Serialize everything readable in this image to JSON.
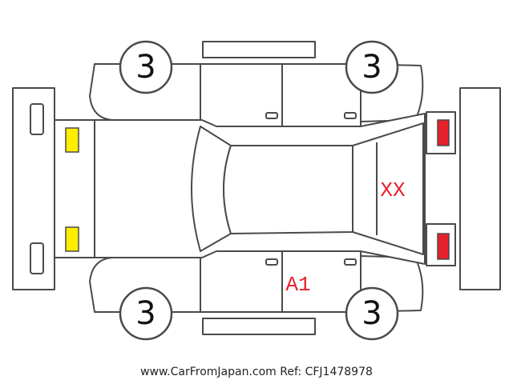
{
  "wheel_grades": {
    "front_left": "3",
    "front_right": "3",
    "rear_left": "3",
    "rear_right": "3"
  },
  "damage_marks": {
    "rear_window": "XX",
    "right_side": "A1"
  },
  "colors": {
    "mark_text": "#e8202a",
    "front_lights": "#ffee00",
    "rear_lights": "#e8202a",
    "outline": "#4a4a4a"
  },
  "footer": {
    "credit": "www.CarFromJapan.com Ref: CFJ1478978"
  }
}
